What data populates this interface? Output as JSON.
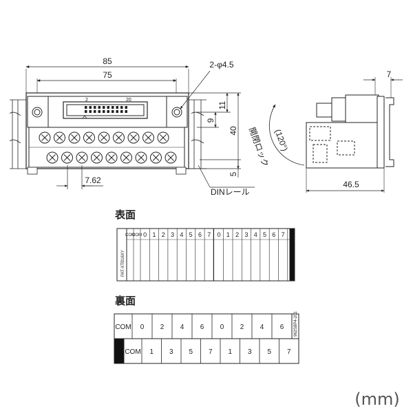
{
  "front_view": {
    "dim_overall_width": "85",
    "dim_mount_pitch": "75",
    "dim_holes": "2-φ4.5",
    "dim_side_11": "11",
    "dim_side_9": "9",
    "dim_height": "40",
    "dim_bottom_5": "5",
    "dim_pitch": "7.62",
    "connector_pin_left": "2",
    "connector_pin_right": "20",
    "din_rail_label": "DINレール"
  },
  "side_view": {
    "dim_top_7": "7",
    "dim_depth": "46.5",
    "angle_label": "(120°)",
    "annotation": "開閉ロック"
  },
  "surface": {
    "heading": "表面",
    "vertical_label": "PAT-XTB16XY",
    "com1": "COM",
    "com2": "COM",
    "group1": [
      "0",
      "1",
      "2",
      "3",
      "4",
      "5",
      "6",
      "7"
    ],
    "group2": [
      "0",
      "1",
      "2",
      "3",
      "4",
      "5",
      "6",
      "7"
    ]
  },
  "back": {
    "heading": "裏面",
    "top_com": "COM",
    "top_group1": [
      "0",
      "2",
      "4",
      "6"
    ],
    "top_group2": [
      "0",
      "2",
      "4",
      "6"
    ],
    "bottom_com": "COM",
    "bottom_group1": [
      "1",
      "3",
      "5",
      "7"
    ],
    "bottom_group2": [
      "1",
      "3",
      "5",
      "7"
    ],
    "side_label": "962S8P4-201"
  },
  "unit": "(mm)"
}
